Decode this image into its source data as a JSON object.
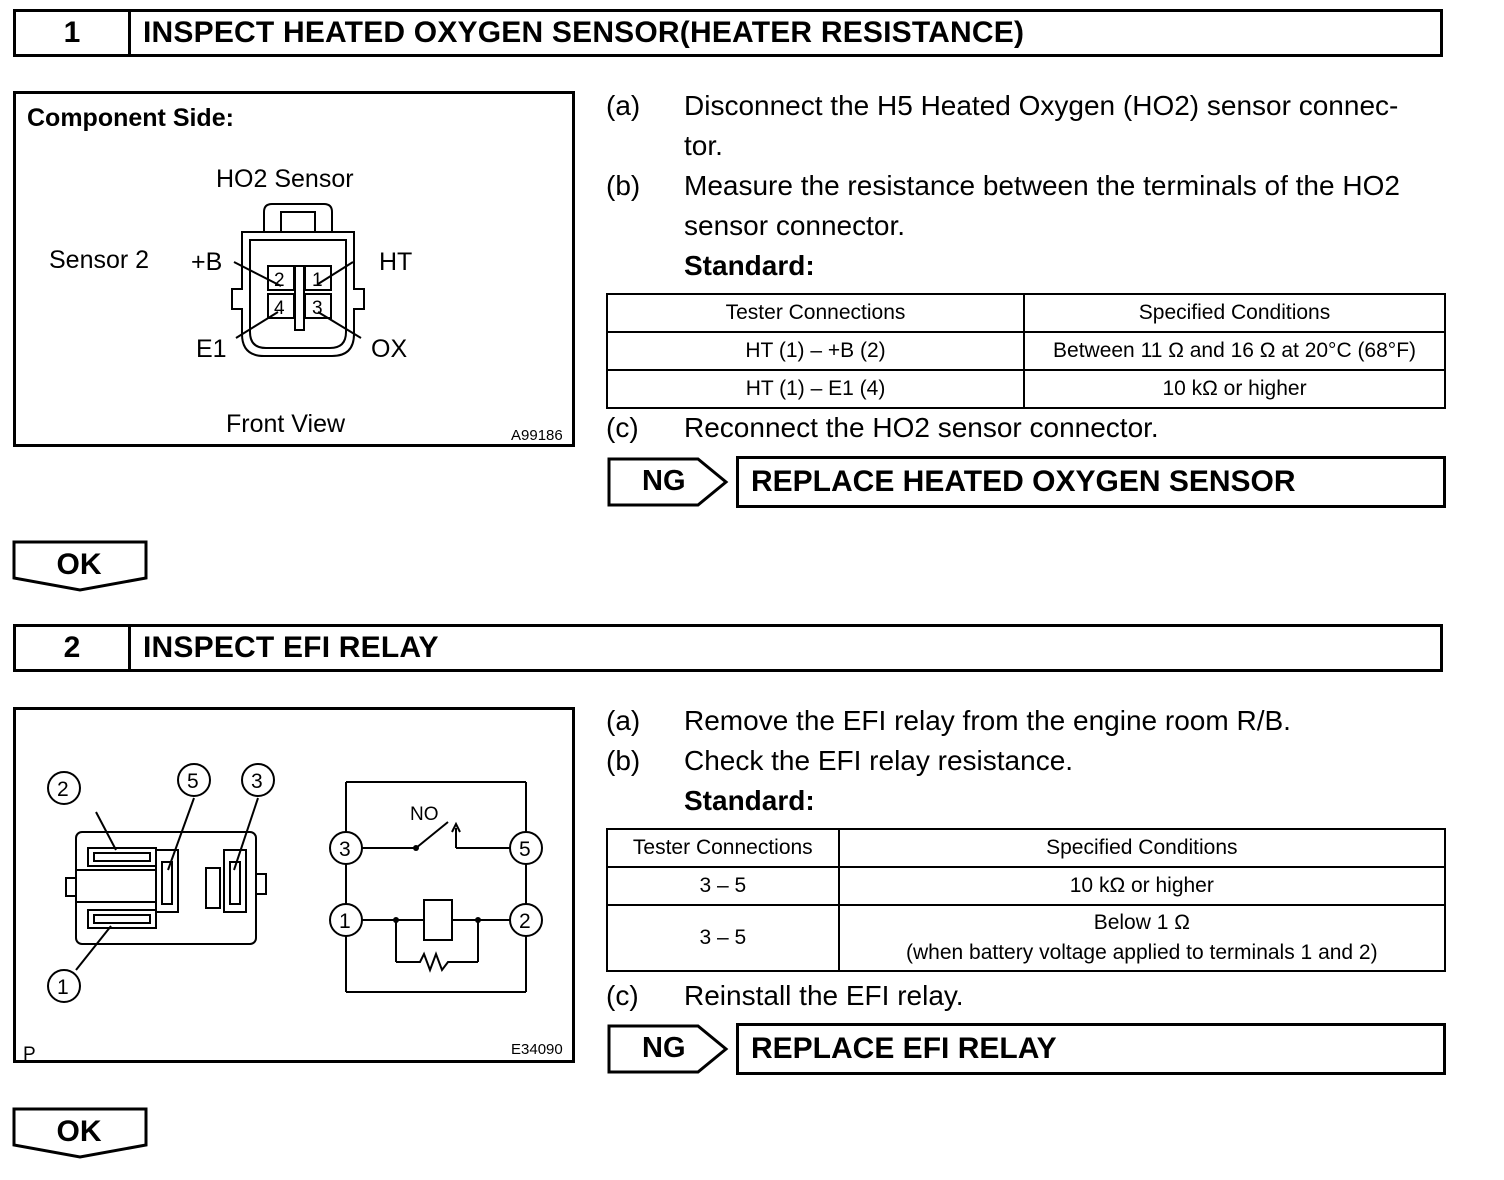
{
  "step1": {
    "number": "1",
    "title": "INSPECT HEATED OXYGEN SENSOR(HEATER RESISTANCE)",
    "figure": {
      "heading": "Component Side:",
      "connector_name": "HO2 Sensor",
      "sensor_label": "Sensor 2",
      "pin_plus_b": "+B",
      "pin_ht": "HT",
      "pin_e1": "E1",
      "pin_ox": "OX",
      "pin_nums": [
        "2",
        "1",
        "4",
        "3"
      ],
      "view_label": "Front View",
      "figure_code": "A99186"
    },
    "instructions": [
      {
        "label": "(a)",
        "text": "Disconnect the H5 Heated Oxygen (HO2) sensor connec-",
        "cont": "tor."
      },
      {
        "label": "(b)",
        "text": "Measure the resistance between the terminals of the HO2",
        "cont": "sensor connector."
      }
    ],
    "standard_label": "Standard:",
    "table": {
      "headers": [
        "Tester Connections",
        "Specified Conditions"
      ],
      "rows": [
        [
          "HT (1) – +B (2)",
          "Between 11 Ω and 16 Ω at 20°C (68°F)"
        ],
        [
          "HT (1) – E1 (4)",
          "10 kΩ or higher"
        ]
      ]
    },
    "final_instruction": {
      "label": "(c)",
      "text": "Reconnect the HO2 sensor connector."
    },
    "ng_label": "NG",
    "ng_action": "REPLACE HEATED OXYGEN SENSOR",
    "ok_label": "OK"
  },
  "step2": {
    "number": "2",
    "title": "INSPECT EFI RELAY",
    "figure": {
      "terminal_labels": [
        "2",
        "5",
        "3",
        "1"
      ],
      "circuit_nodes": [
        "3",
        "5",
        "1",
        "2"
      ],
      "no_label": "NO",
      "corner_label": "P",
      "figure_code": "E34090"
    },
    "instructions": [
      {
        "label": "(a)",
        "text": "Remove the EFI relay from the engine room R/B."
      },
      {
        "label": "(b)",
        "text": "Check the EFI relay resistance."
      }
    ],
    "standard_label": "Standard:",
    "table": {
      "headers": [
        "Tester Connections",
        "Specified Conditions"
      ],
      "rows": [
        [
          "3 – 5",
          "10 kΩ or higher"
        ],
        [
          "3 – 5",
          "Below 1 Ω",
          "(when battery voltage applied to terminals 1 and 2)"
        ]
      ]
    },
    "final_instruction": {
      "label": "(c)",
      "text": "Reinstall the EFI relay."
    },
    "ng_label": "NG",
    "ng_action": "REPLACE EFI RELAY",
    "ok_label": "OK"
  }
}
